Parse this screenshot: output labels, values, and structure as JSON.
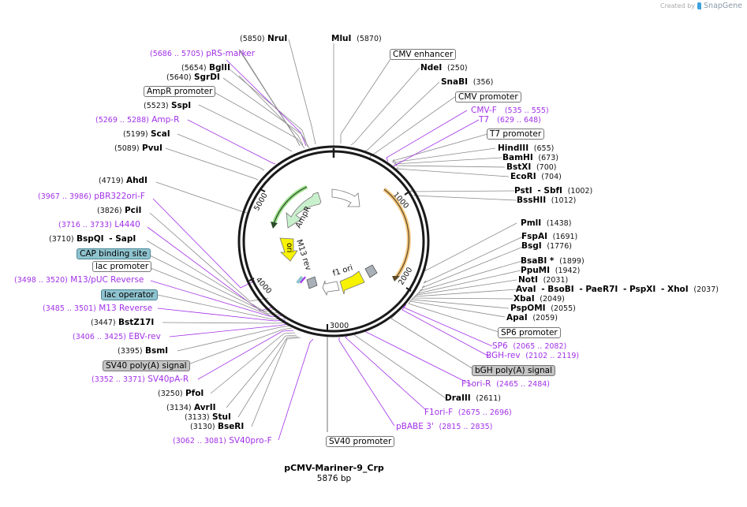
{
  "header": {
    "logo_prefix": "Created by",
    "logo_brand": "SnapGene"
  },
  "plasmid": {
    "name": "pCMV-Mariner-9_Crp",
    "length": "5876 bp"
  },
  "ruler_ticks": [
    "1000",
    "2000",
    "3000",
    "4000",
    "5000"
  ],
  "inner_features": [
    {
      "name": "AmpR",
      "type": "CDS",
      "color": "#c9f0cc"
    },
    {
      "name": "ori",
      "type": "rep_origin",
      "color": "#f6f200"
    },
    {
      "name": "M13 rev",
      "type": "primer_bind"
    },
    {
      "name": "f1 ori",
      "type": "rep_origin",
      "color": "#f6f200"
    }
  ],
  "labels": {
    "nrui": {
      "enzyme": "NruI",
      "pos": "(5850)"
    },
    "mlui": {
      "enzyme": "MluI",
      "pos": "(5870)"
    },
    "prs_marker": {
      "name": "pRS-marker",
      "range": "(5686 .. 5705)"
    },
    "bglii": {
      "enzyme": "BglII",
      "pos": "(5654)"
    },
    "sgrdi": {
      "enzyme": "SgrDI",
      "pos": "(5640)"
    },
    "ampr_promoter": {
      "name": "AmpR promoter"
    },
    "sspi": {
      "enzyme": "SspI",
      "pos": "(5523)"
    },
    "amp_r": {
      "name": "Amp-R",
      "range": "(5269 .. 5288)"
    },
    "scai": {
      "enzyme": "ScaI",
      "pos": "(5199)"
    },
    "pvui": {
      "enzyme": "PvuI",
      "pos": "(5089)"
    },
    "ahdi": {
      "enzyme": "AhdI",
      "pos": "(4719)"
    },
    "pbr322ori_f": {
      "name": "pBR322ori-F",
      "range": "(3967 .. 3986)"
    },
    "pcii": {
      "enzyme": "PciI",
      "pos": "(3826)"
    },
    "l4440": {
      "name": "L4440",
      "range": "(3716 .. 3733)"
    },
    "bspqi": {
      "enzyme": "BspQI",
      "enzyme2": "- SapI",
      "pos": "(3710)"
    },
    "cap_binding": {
      "name": "CAP binding site"
    },
    "lac_promoter": {
      "name": "lac promoter"
    },
    "m13puc_rev": {
      "name": "M13/pUC Reverse",
      "range": "(3498 .. 3520)"
    },
    "lac_operator": {
      "name": "lac operator"
    },
    "m13_rev": {
      "name": "M13 Reverse",
      "range": "(3485 .. 3501)"
    },
    "bstz17i": {
      "enzyme": "BstZ17I",
      "pos": "(3447)"
    },
    "ebv_rev": {
      "name": "EBV-rev",
      "range": "(3406 .. 3425)"
    },
    "bsmi": {
      "enzyme": "BsmI",
      "pos": "(3395)"
    },
    "sv40_polya": {
      "name": "SV40 poly(A) signal"
    },
    "sv40pa_r": {
      "name": "SV40pA-R",
      "range": "(3352 .. 3371)"
    },
    "pfoi": {
      "enzyme": "PfoI",
      "pos": "(3250)"
    },
    "avrii": {
      "enzyme": "AvrII",
      "pos": "(3134)"
    },
    "stui": {
      "enzyme": "StuI",
      "pos": "(3133)"
    },
    "bseri": {
      "enzyme": "BseRI",
      "pos": "(3130)"
    },
    "sv40pro_f": {
      "name": "SV40pro-F",
      "range": "(3062 .. 3081)"
    },
    "sv40_promoter": {
      "name": "SV40 promoter"
    },
    "pbabe3": {
      "name": "pBABE 3'",
      "range": "(2815 .. 2835)"
    },
    "f1ori_f": {
      "name": "F1ori-F",
      "range": "(2675 .. 2696)"
    },
    "draiii": {
      "enzyme": "DraIII",
      "pos": "(2611)"
    },
    "f1ori_r": {
      "name": "F1ori-R",
      "range": "(2465 .. 2484)"
    },
    "bgh_polya": {
      "name": "bGH poly(A) signal"
    },
    "bgh_rev": {
      "name": "BGH-rev",
      "range": "(2102 .. 2119)"
    },
    "sp6": {
      "name": "SP6",
      "range": "(2065 .. 2082)"
    },
    "sp6_promoter": {
      "name": "SP6 promoter"
    },
    "apai": {
      "enzyme": "ApaI",
      "pos": "(2059)"
    },
    "pspomi": {
      "enzyme": "PspOMI",
      "pos": "(2055)"
    },
    "xbai": {
      "enzyme": "XbaI",
      "pos": "(2049)"
    },
    "avai": {
      "enzyme": "AvaI",
      "e2": "- BsoBI",
      "e3": "- PaeR7I",
      "e4": "- PspXI",
      "e5": "- XhoI",
      "pos": "(2037)"
    },
    "noti": {
      "enzyme": "NotI",
      "pos": "(2031)"
    },
    "ppumi": {
      "enzyme": "PpuMI",
      "pos": "(1942)"
    },
    "bsabi": {
      "enzyme": "BsaBI *",
      "pos": "(1899)"
    },
    "bsgi": {
      "enzyme": "BsgI",
      "pos": "(1776)"
    },
    "fspai": {
      "enzyme": "FspAI",
      "pos": "(1691)"
    },
    "pmli": {
      "enzyme": "PmlI",
      "pos": "(1438)"
    },
    "bsshii": {
      "enzyme": "BssHII",
      "pos": "(1012)"
    },
    "psti": {
      "enzyme": "PstI",
      "enzyme2": "- SbfI",
      "pos": "(1002)"
    },
    "ecori": {
      "enzyme": "EcoRI",
      "pos": "(704)"
    },
    "bstxi": {
      "enzyme": "BstXI",
      "pos": "(700)"
    },
    "bamhi": {
      "enzyme": "BamHI",
      "pos": "(673)"
    },
    "hindiii": {
      "enzyme": "HindIII",
      "pos": "(655)"
    },
    "t7_promoter": {
      "name": "T7 promoter"
    },
    "t7": {
      "name": "T7",
      "range": "(629 .. 648)"
    },
    "cmv_f": {
      "name": "CMV-F",
      "range": "(535 .. 555)"
    },
    "cmv_promoter": {
      "name": "CMV promoter"
    },
    "snabi": {
      "enzyme": "SnaBI",
      "pos": "(356)"
    },
    "ndei": {
      "enzyme": "NdeI",
      "pos": "(250)"
    },
    "cmv_enhancer": {
      "name": "CMV enhancer"
    }
  },
  "colors": {
    "primer": "#a231e8",
    "backbone": "#1a1a1a",
    "ampr": "#c9f0cc",
    "ori": "#f6f200",
    "orange_arc": "#f5c77e",
    "green_arc": "#9de08a",
    "teal_box": "#8fc3cf",
    "gray_box": "#c4c4c4"
  }
}
